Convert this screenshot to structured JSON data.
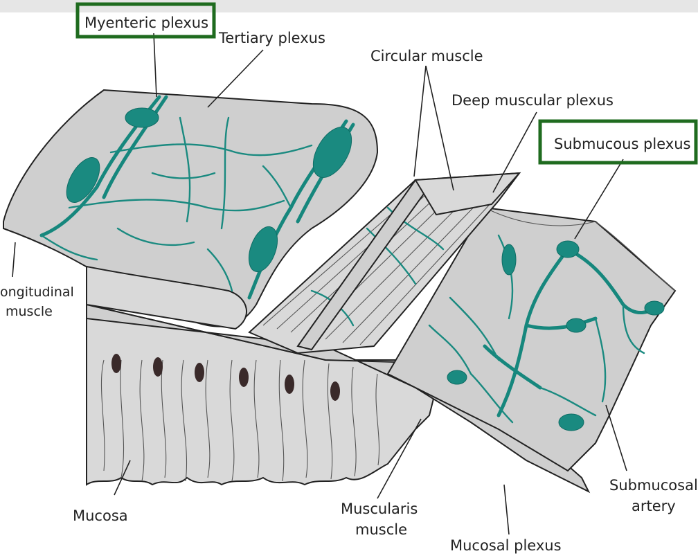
{
  "labels": {
    "myenteric_plexus": "Myenteric plexus",
    "tertiary_plexus": "Tertiary plexus",
    "circular_muscle": "Circular muscle",
    "deep_muscular_plexus": "Deep muscular plexus",
    "submucous_plexus": "Submucous plexus",
    "longitudinal_muscle_line1": "ongitudinal",
    "longitudinal_muscle_line2": "muscle",
    "submucosal_artery_line1": "Submucosal",
    "submucosal_artery_line2": "artery",
    "mucosa": "Mucosa",
    "muscularis_muscle_line1": "Muscularis",
    "muscularis_muscle_line2": "muscle",
    "mucosal_plexus": "Mucosal plexus"
  },
  "colors": {
    "highlight_box": "#1f6b1f",
    "nerve": "#1a8a80",
    "tissue": "#cfcfcf"
  }
}
